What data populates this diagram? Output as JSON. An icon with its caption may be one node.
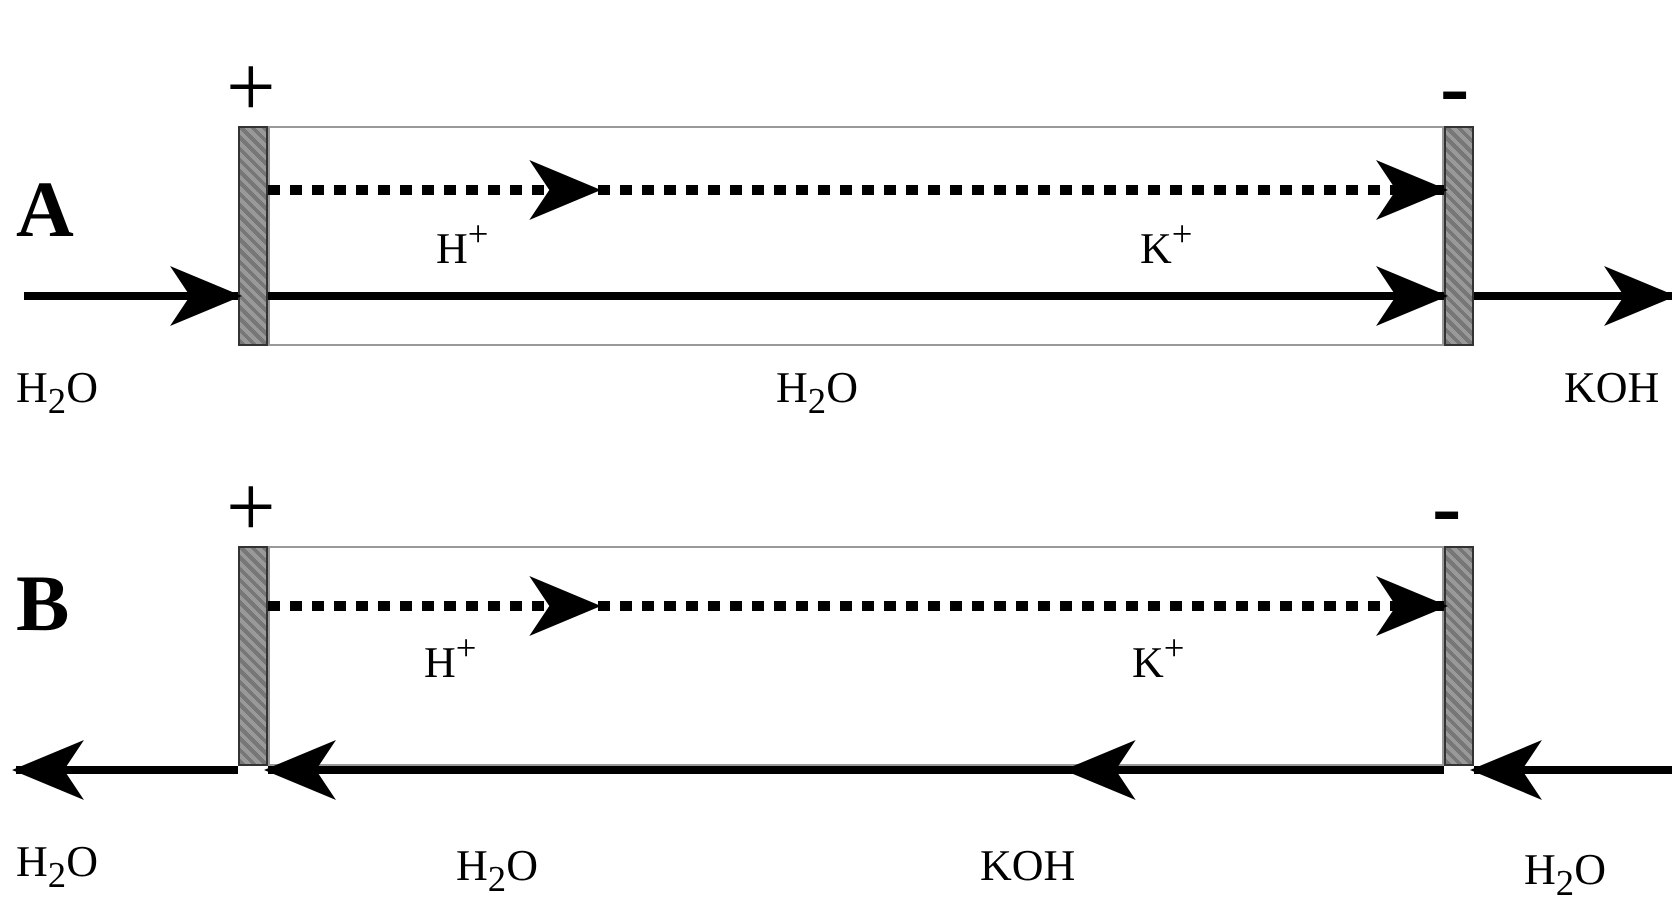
{
  "diagram": {
    "nodes": [
      {
        "text": [],
        "shape": "bar"
      },
      {
        "text": [],
        "shape": "bar"
      },
      {
        "text": [],
        "shape": "bar"
      },
      {
        "text": [],
        "shape": "bar"
      }
    ],
    "edges": [
      {
        "from": 0,
        "to": 1,
        "arrow": "to",
        "style": "dashed"
      },
      {
        "from": 0,
        "to": 1,
        "arrow": "to"
      },
      {
        "from": null,
        "to": 0,
        "arrow": "to"
      },
      {
        "from": 1,
        "to": null,
        "arrow": "to"
      },
      {
        "from": 2,
        "to": 3,
        "arrow": "to",
        "style": "dashed"
      },
      {
        "from": 3,
        "to": 2,
        "arrow": "to"
      },
      {
        "from": 2,
        "to": null,
        "arrow": "to"
      },
      {
        "from": null,
        "to": 3,
        "arrow": "to"
      }
    ],
    "labels": [
      "A",
      "+",
      "-",
      "H$^{+}$",
      "K$^{+}$",
      "H$_{2}$O",
      "H$_{2}$O",
      "KOH",
      "B",
      "+",
      "-",
      "H$^{+}$",
      "K$^{+}$",
      "H$_{2}$O",
      "H$_{2}$O",
      "KOH",
      "H$_{2}$O"
    ]
  }
}
